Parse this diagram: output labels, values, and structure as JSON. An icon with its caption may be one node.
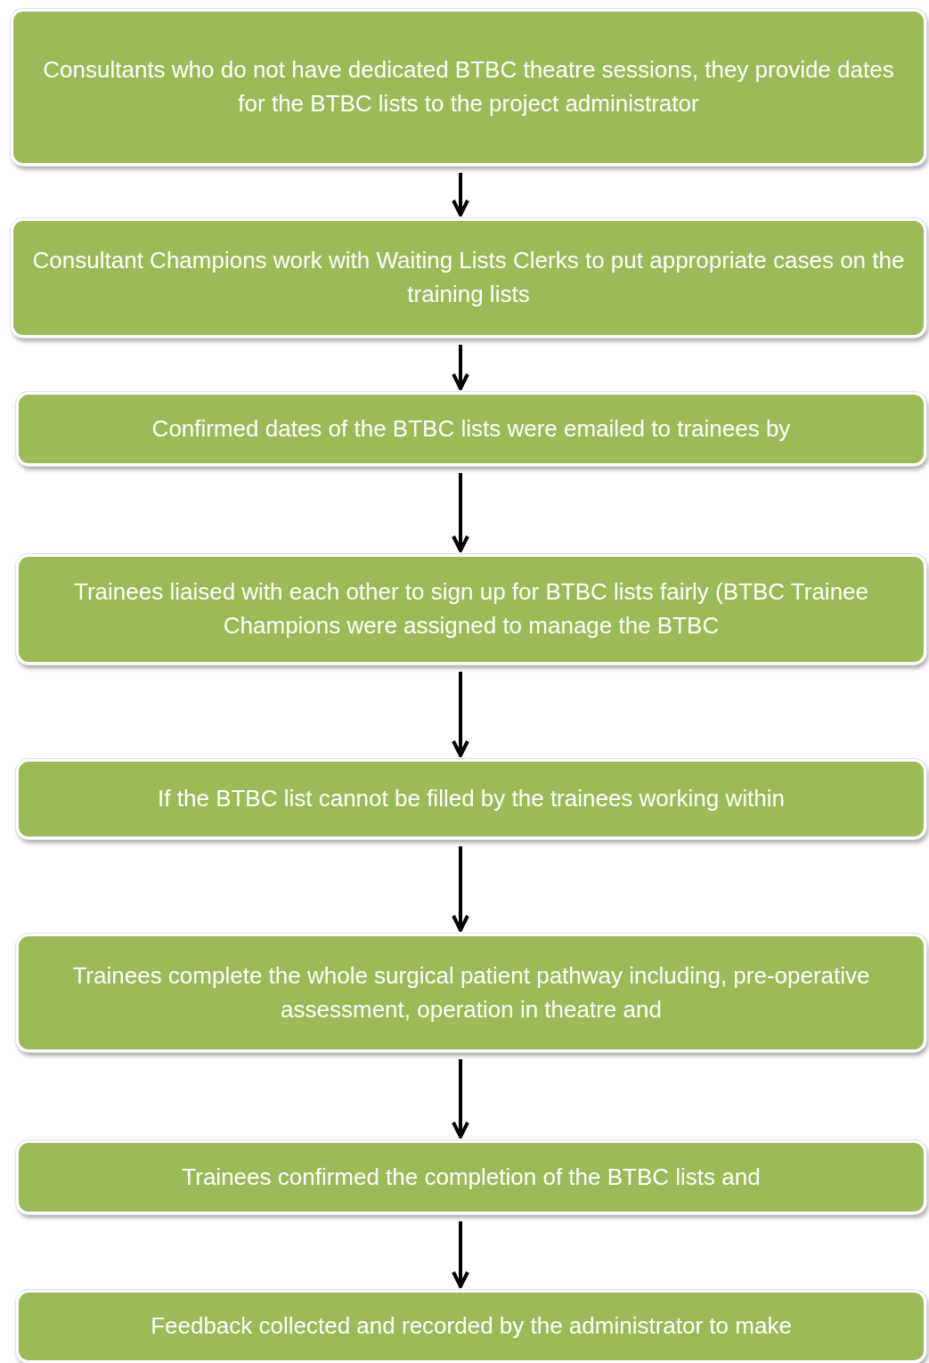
{
  "diagram": {
    "nodes": [
      {
        "text": [
          "Consultants who do not have dedicated BTBC theatre sessions, they provide dates for the BTBC lists to the project administrator"
        ]
      },
      {
        "text": [
          "Consultant Champions work with Waiting Lists Clerks to put appropriate cases on the training lists"
        ]
      },
      {
        "text": [
          "Confirmed dates of the BTBC lists were emailed to trainees by"
        ]
      },
      {
        "text": [
          "Trainees liaised with each other to sign up for BTBC lists fairly (BTBC Trainee Champions were assigned to manage the BTBC"
        ]
      },
      {
        "text": [
          "If the BTBC list cannot be filled by the trainees working within"
        ]
      },
      {
        "text": [
          "Trainees complete the whole surgical patient pathway including, pre-operative assessment, operation in theatre and"
        ]
      },
      {
        "text": [
          "Trainees confirmed the completion of the BTBC lists and"
        ]
      },
      {
        "text": [
          "Feedback collected and recorded by the administrator to make"
        ]
      }
    ],
    "edges": [
      {
        "from": 0,
        "to": 1,
        "arrow": "to"
      },
      {
        "from": 1,
        "to": 2,
        "arrow": "to"
      },
      {
        "from": 2,
        "to": 3,
        "arrow": "to"
      },
      {
        "from": 3,
        "to": 4,
        "arrow": "to"
      },
      {
        "from": 4,
        "to": 5,
        "arrow": "to"
      },
      {
        "from": 5,
        "to": 6,
        "arrow": "to"
      },
      {
        "from": 6,
        "to": 7,
        "arrow": "to"
      }
    ]
  }
}
